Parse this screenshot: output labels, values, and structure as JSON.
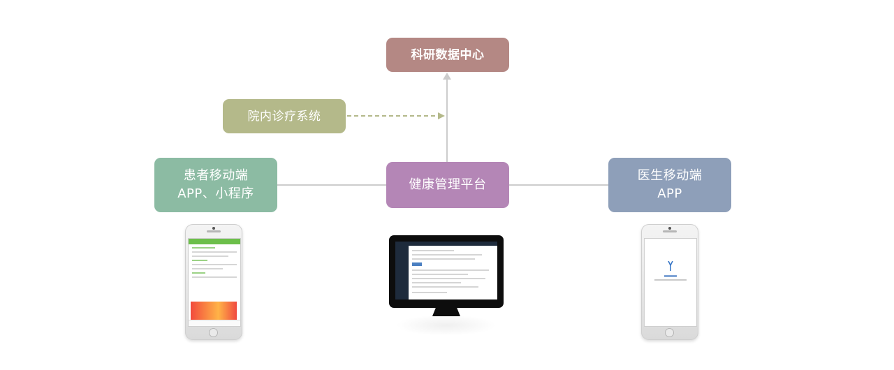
{
  "nodes": {
    "research": {
      "line1": "科研数据中心"
    },
    "his": {
      "line1": "院内诊疗系统"
    },
    "patient": {
      "line1": "患者移动端",
      "line2": "APP、小程序"
    },
    "platform": {
      "line1": "健康管理平台"
    },
    "doctor": {
      "line1": "医生移动端",
      "line2": "APP"
    }
  },
  "colors": {
    "research": "#b48884",
    "his": "#b4b98a",
    "patient": "#8cbba3",
    "platform": "#b486b6",
    "doctor": "#8e9fb9",
    "connector": "#cccccc",
    "dashed_connector": "#b4b98a"
  },
  "devices": {
    "patient": "smartphone",
    "platform": "desktop-monitor",
    "doctor": "smartphone"
  }
}
